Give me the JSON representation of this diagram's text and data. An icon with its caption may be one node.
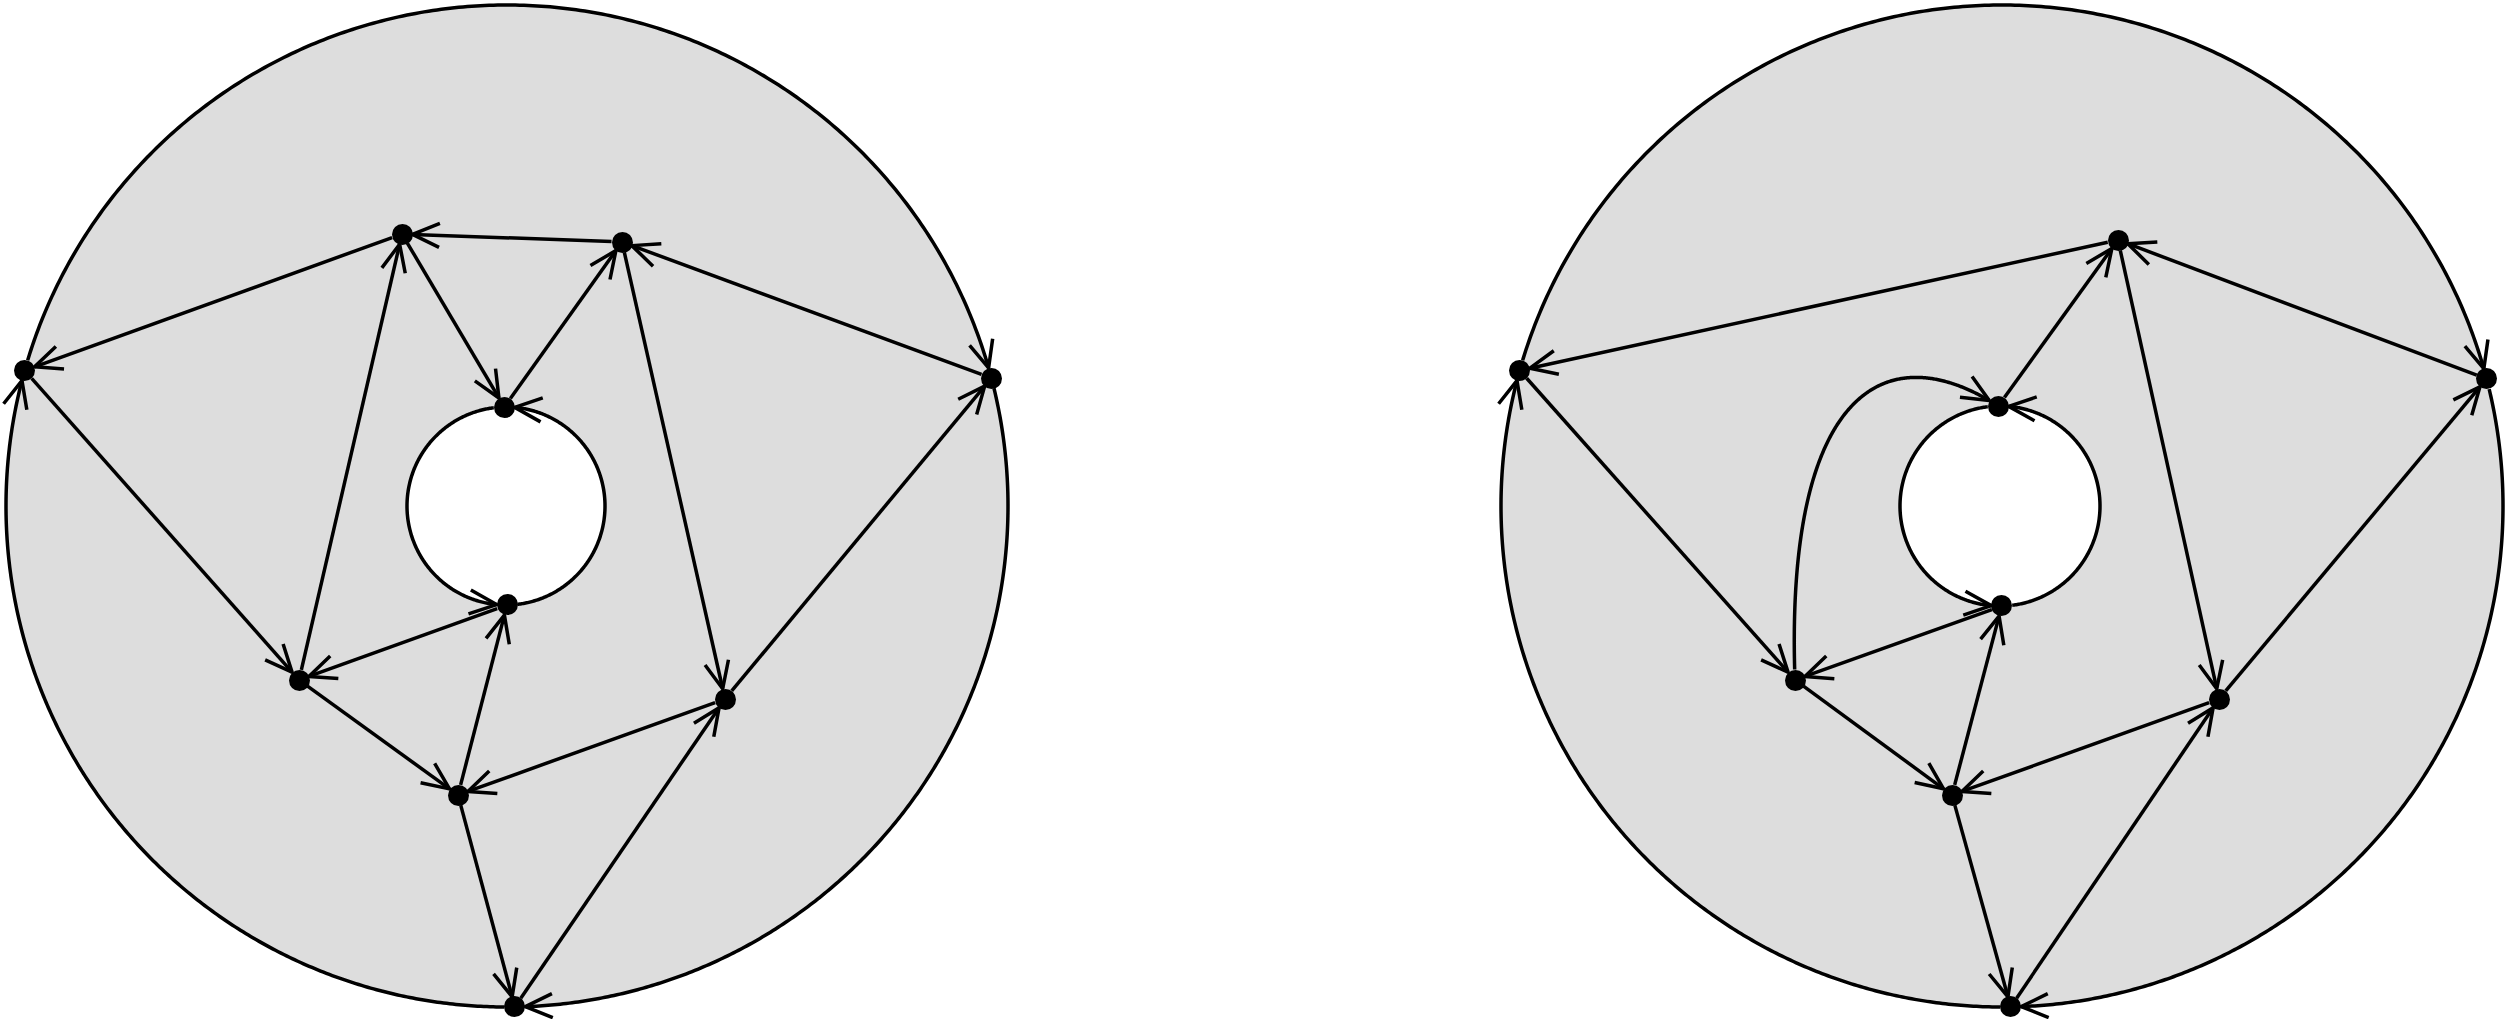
{
  "diagram": {
    "nodes": [
      {
        "text": [],
        "shape": "circle"
      },
      {
        "text": [],
        "shape": "circle"
      },
      {
        "text": [],
        "shape": "circle"
      },
      {
        "text": [],
        "shape": "circle"
      },
      {
        "text": [],
        "shape": "circle"
      },
      {
        "text": [],
        "shape": "circle"
      },
      {
        "text": [],
        "shape": "circle"
      },
      {
        "text": [],
        "shape": "circle"
      },
      {
        "text": [],
        "shape": "circle"
      },
      {
        "text": [],
        "shape": "circle"
      },
      {
        "text": [],
        "shape": "circle"
      },
      {
        "text": [],
        "shape": "circle"
      },
      {
        "text": [],
        "shape": "circle"
      },
      {
        "text": [],
        "shape": "circle"
      },
      {
        "text": [],
        "shape": "circle"
      },
      {
        "text": [],
        "shape": "circle"
      },
      {
        "text": [],
        "shape": "circle"
      },
      {
        "text": [],
        "shape": "circle"
      },
      {
        "text": [],
        "shape": "circle"
      }
    ],
    "edges": [
      {
        "from": 1,
        "to": 0,
        "arrow": "to"
      },
      {
        "from": 0,
        "to": 2,
        "arrow": "to"
      },
      {
        "from": 3,
        "to": 1,
        "arrow": "to"
      },
      {
        "from": 0,
        "to": 4,
        "arrow": "to"
      },
      {
        "from": 4,
        "to": 1,
        "arrow": "to"
      },
      {
        "from": 6,
        "to": 0,
        "arrow": "to"
      },
      {
        "from": 1,
        "to": 7,
        "arrow": "to"
      },
      {
        "from": 2,
        "to": 3,
        "arrow": "to"
      },
      {
        "from": 3,
        "to": 9,
        "arrow": "to"
      },
      {
        "from": 9,
        "to": 2,
        "arrow": "to"
      },
      {
        "from": 4,
        "to": 5,
        "arrow": "to"
      },
      {
        "from": 5,
        "to": 4,
        "arrow": "to"
      },
      {
        "from": 2,
        "to": 6,
        "arrow": "to"
      },
      {
        "from": 5,
        "to": 6,
        "arrow": "to"
      },
      {
        "from": 6,
        "to": 8,
        "arrow": "to"
      },
      {
        "from": 8,
        "to": 5,
        "arrow": "to"
      },
      {
        "from": 7,
        "to": 8,
        "arrow": "to"
      },
      {
        "from": 7,
        "to": 3,
        "arrow": "to"
      },
      {
        "from": 8,
        "to": 9,
        "arrow": "to"
      },
      {
        "from": 9,
        "to": 7,
        "arrow": "to"
      },
      {
        "from": 10,
        "to": 11,
        "arrow": "to"
      },
      {
        "from": 12,
        "to": 10,
        "arrow": "to"
      },
      {
        "from": 13,
        "to": 10,
        "arrow": "to"
      },
      {
        "from": 10,
        "to": 16,
        "arrow": "to"
      },
      {
        "from": 11,
        "to": 12,
        "arrow": "to"
      },
      {
        "from": 12,
        "to": 18,
        "arrow": "to"
      },
      {
        "from": 18,
        "to": 11,
        "arrow": "to"
      },
      {
        "from": 13,
        "to": 14,
        "arrow": "to"
      },
      {
        "from": 14,
        "to": 13,
        "arrow": "to"
      },
      {
        "from": 15,
        "to": 13,
        "arrow": "to"
      },
      {
        "from": 11,
        "to": 15,
        "arrow": "to"
      },
      {
        "from": 14,
        "to": 15,
        "arrow": "to"
      },
      {
        "from": 15,
        "to": 17,
        "arrow": "to"
      },
      {
        "from": 17,
        "to": 14,
        "arrow": "to"
      },
      {
        "from": 16,
        "to": 17,
        "arrow": "to"
      },
      {
        "from": 16,
        "to": 12,
        "arrow": "to"
      },
      {
        "from": 17,
        "to": 18,
        "arrow": "to"
      },
      {
        "from": 18,
        "to": 16,
        "arrow": "to"
      }
    ]
  }
}
